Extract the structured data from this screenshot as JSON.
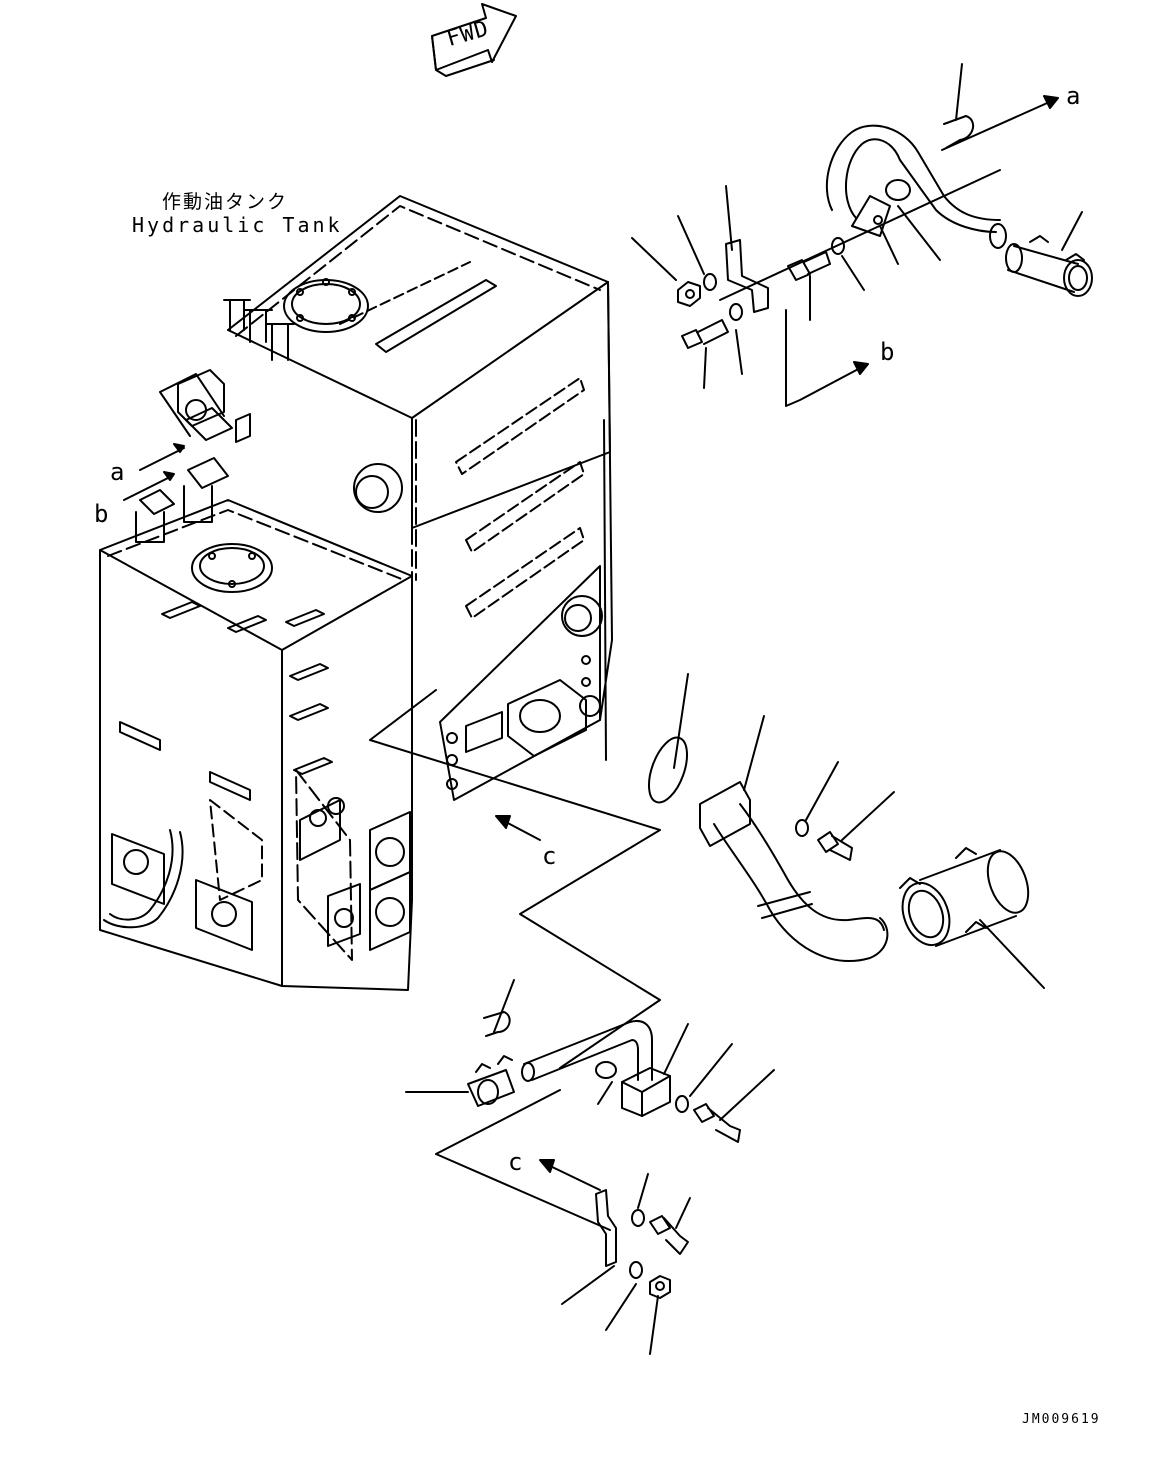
{
  "fwd_label": "FWD",
  "tank_label_jp": "作動油タンク",
  "tank_label_en": "Hydraulic Tank",
  "callouts": {
    "a_tank": "a",
    "b_tank": "b",
    "a_pipe": "a",
    "b_bracket": "b",
    "c_tank": "c",
    "c_bracket": "c"
  },
  "doc_id": "JM009619"
}
